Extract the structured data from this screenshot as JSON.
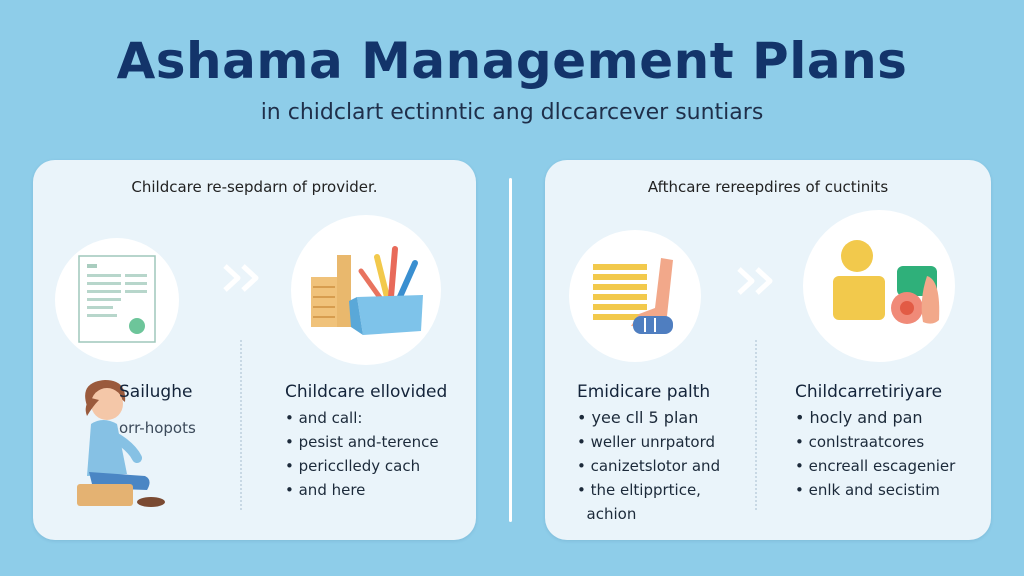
{
  "title": "Ashama Management Plans",
  "subtitle": "in chidclart ectinntic ang dlccarcever suntiars",
  "left_panel": {
    "header": "Childcare re-sepdarn of provider.",
    "col1": {
      "head": "Sailughe",
      "lines": [
        "orr-hopots"
      ]
    },
    "col2": {
      "head": "Childcare ellovided",
      "lines": [
        "• and call:",
        "• pesist and-terence",
        "• pericclledy cach",
        "• and here"
      ]
    }
  },
  "right_panel": {
    "header": "Afthcare rereepdires of cuctinits",
    "col1": {
      "head": "Emidicare palth",
      "lines": [
        "• yee cll 5 plan",
        "• weller unrpatord",
        "• canizetslotor and",
        "• the eltipprtice,",
        "  achion"
      ]
    },
    "col2": {
      "head": "Childcarretiriyare",
      "lines": [
        "• hocly and pan",
        "• conlstraatcores",
        "• encreall escagenier",
        "• enlk and secistim"
      ]
    }
  },
  "colors": {
    "background": "#8ecde9",
    "title": "#13346a",
    "panel": "#eaf4fa"
  },
  "icons": [
    "document-icon",
    "chevron-right-icon",
    "books-pencils-icon",
    "stacked-papers-hand-icon",
    "chevron-right-icon",
    "person-blocks-icon",
    "child-sitting-illustration"
  ]
}
